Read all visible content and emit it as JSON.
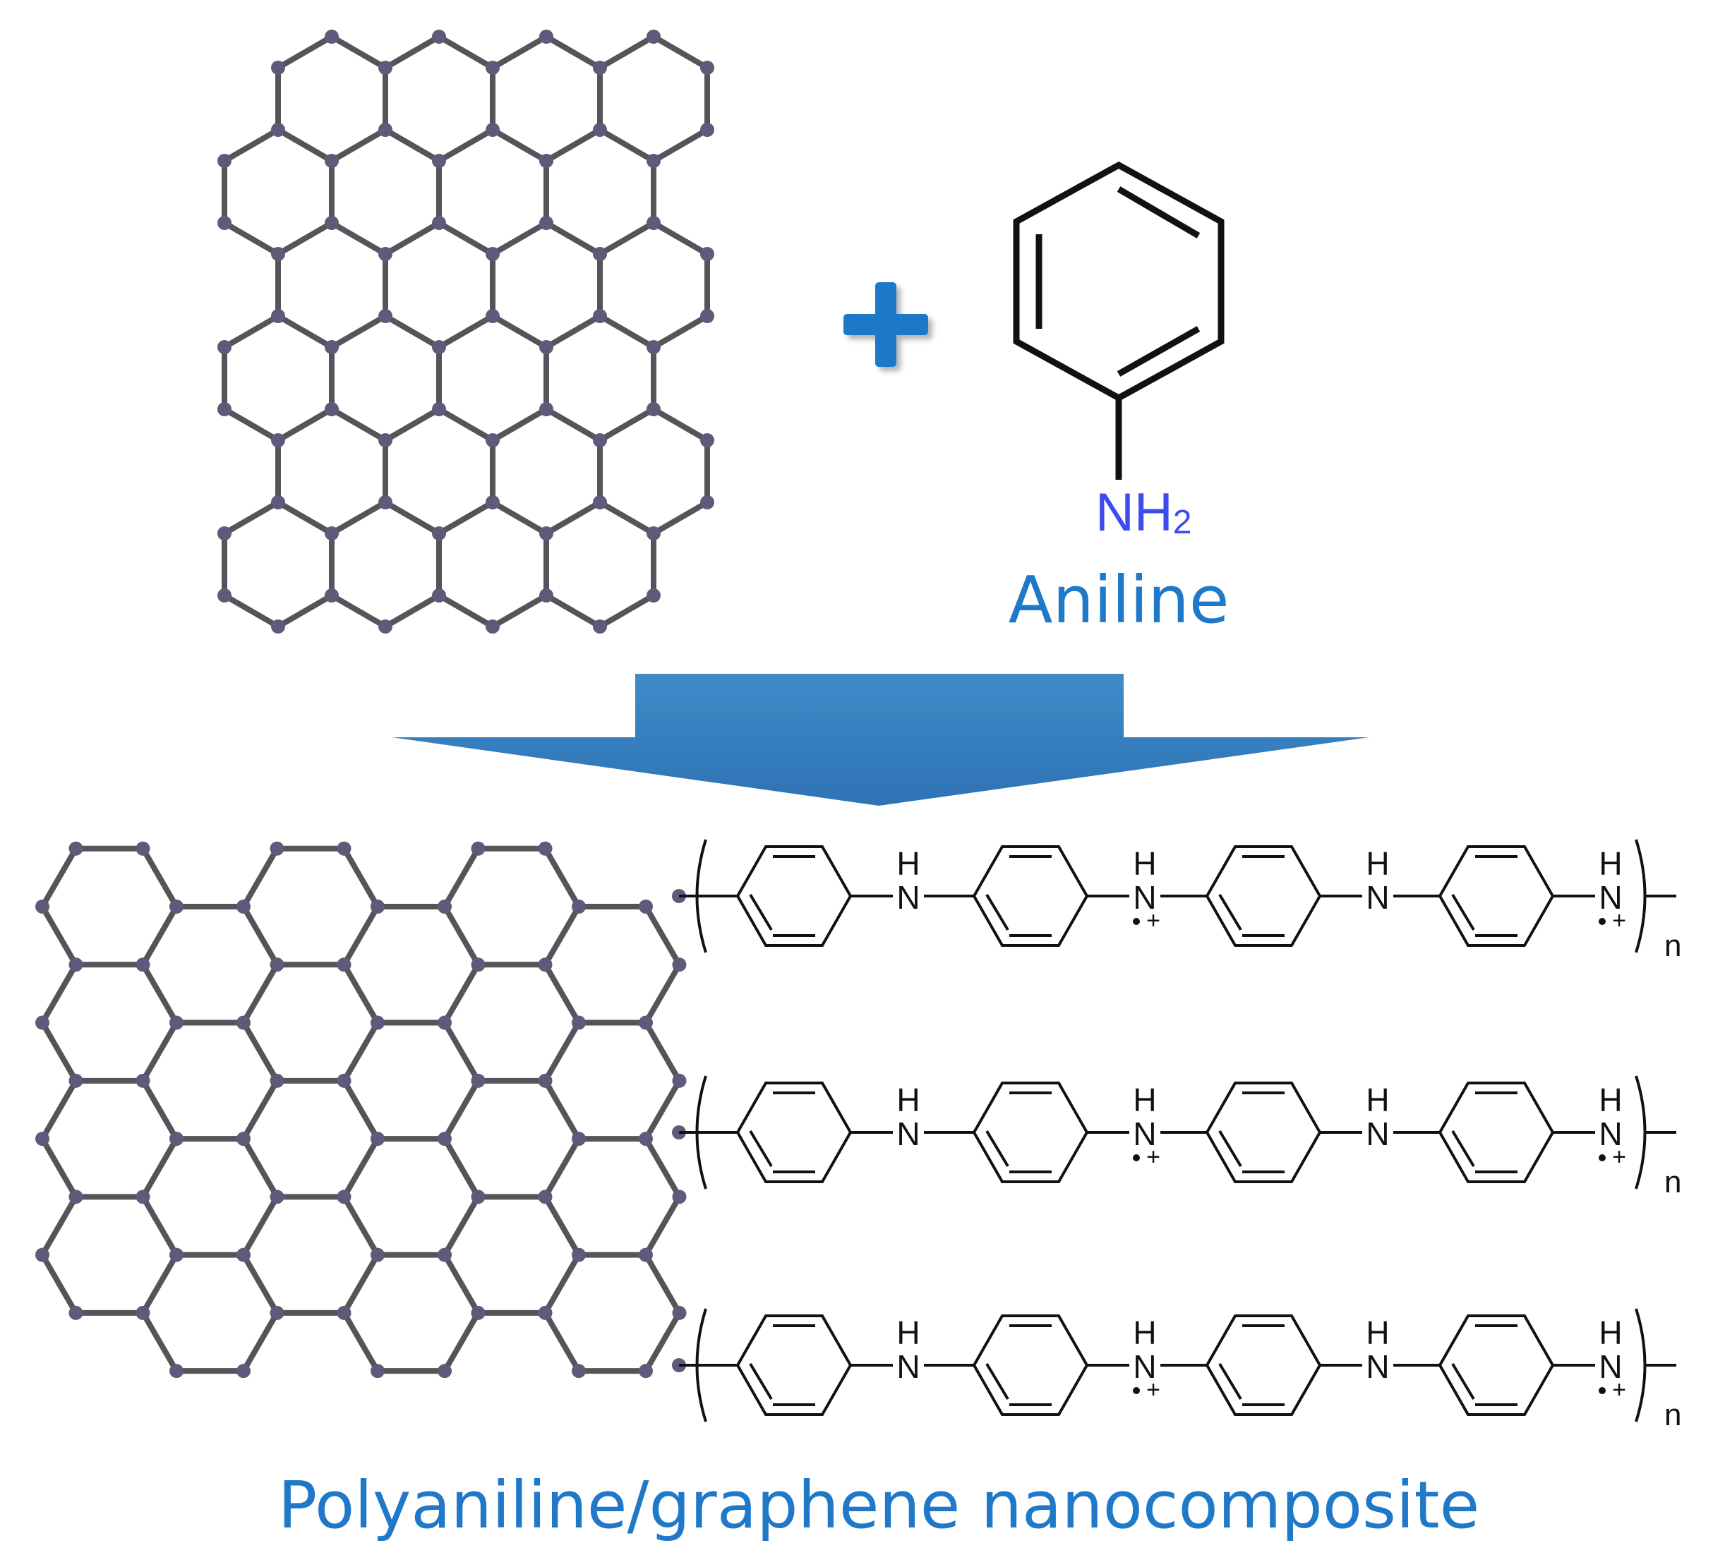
{
  "colors": {
    "label_blue": "#1f78c8",
    "arrow_blue": "#3d87c4",
    "nh2_blue": "#3b4cf0",
    "lattice_bond": "#555459",
    "lattice_atom": "#5d5a7a"
  },
  "reactants": {
    "plus_sign": "+",
    "aniline_group": "NH",
    "aniline_subscript": "2",
    "aniline_label": "Aniline"
  },
  "chains": {
    "nh_h": "H",
    "nh_n": "N",
    "repeat_subscript": "n",
    "charge": "+"
  },
  "product": {
    "label": "Polyaniline/graphene nanocomposite"
  }
}
